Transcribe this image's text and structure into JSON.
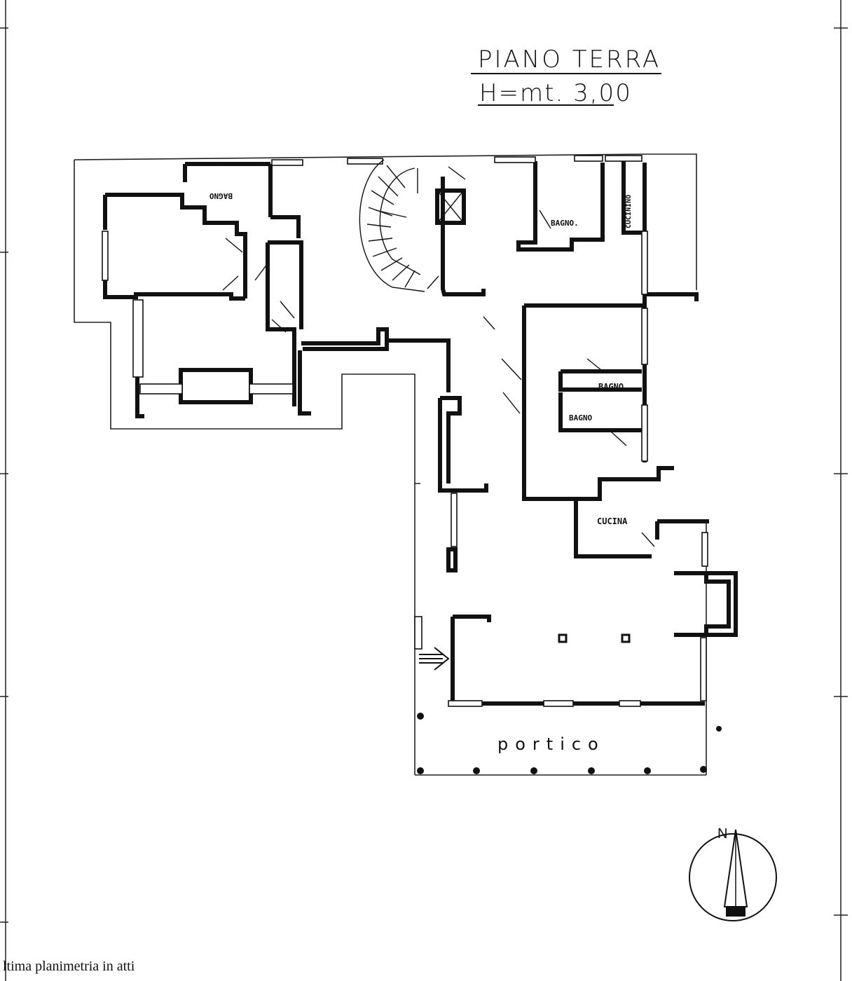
{
  "header": {
    "title": "PIANO TERRA",
    "height_label": "H=mt. 3,00"
  },
  "rooms": {
    "bagno_1": "BAGNO",
    "bagno_2": "BAGNO.",
    "cucinino": "CUCININO",
    "bagno_3": "BAGNO",
    "bagno_4": "BAGNO",
    "cucina": "CUCINA",
    "portico": "portico"
  },
  "compass": {
    "north_label": "N"
  },
  "footer": {
    "note": "ltima planimetria in atti"
  }
}
